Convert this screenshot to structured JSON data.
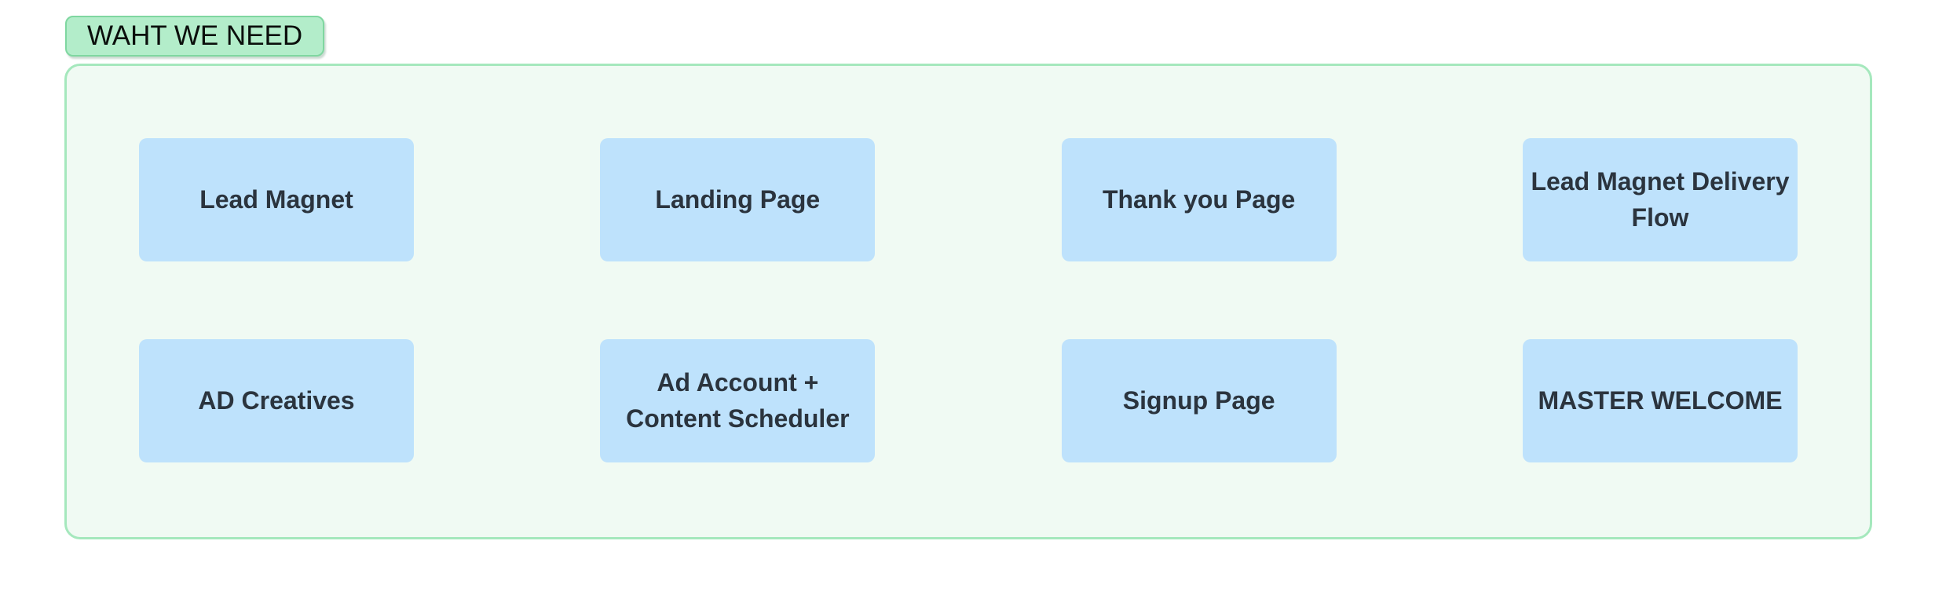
{
  "tag": {
    "label": "WAHT WE NEED"
  },
  "panel": {
    "cards": [
      {
        "label": "Lead Magnet"
      },
      {
        "label": "Landing Page"
      },
      {
        "label": "Thank you Page"
      },
      {
        "label": "Lead Magnet Delivery Flow"
      },
      {
        "label": "AD Creatives"
      },
      {
        "label": "Ad Account + Content Scheduler"
      },
      {
        "label": "Signup Page"
      },
      {
        "label": "MASTER WELCOME"
      }
    ]
  },
  "colors": {
    "tag_fill": "#b3edca",
    "tag_border": "#7fd7a0",
    "tag_text": "#0b0f0c",
    "panel_fill": "#f0faf3",
    "panel_border": "#a5e8bd",
    "card_fill": "#bee2fc",
    "card_text": "#2b343e",
    "page_background": "#ffffff"
  }
}
